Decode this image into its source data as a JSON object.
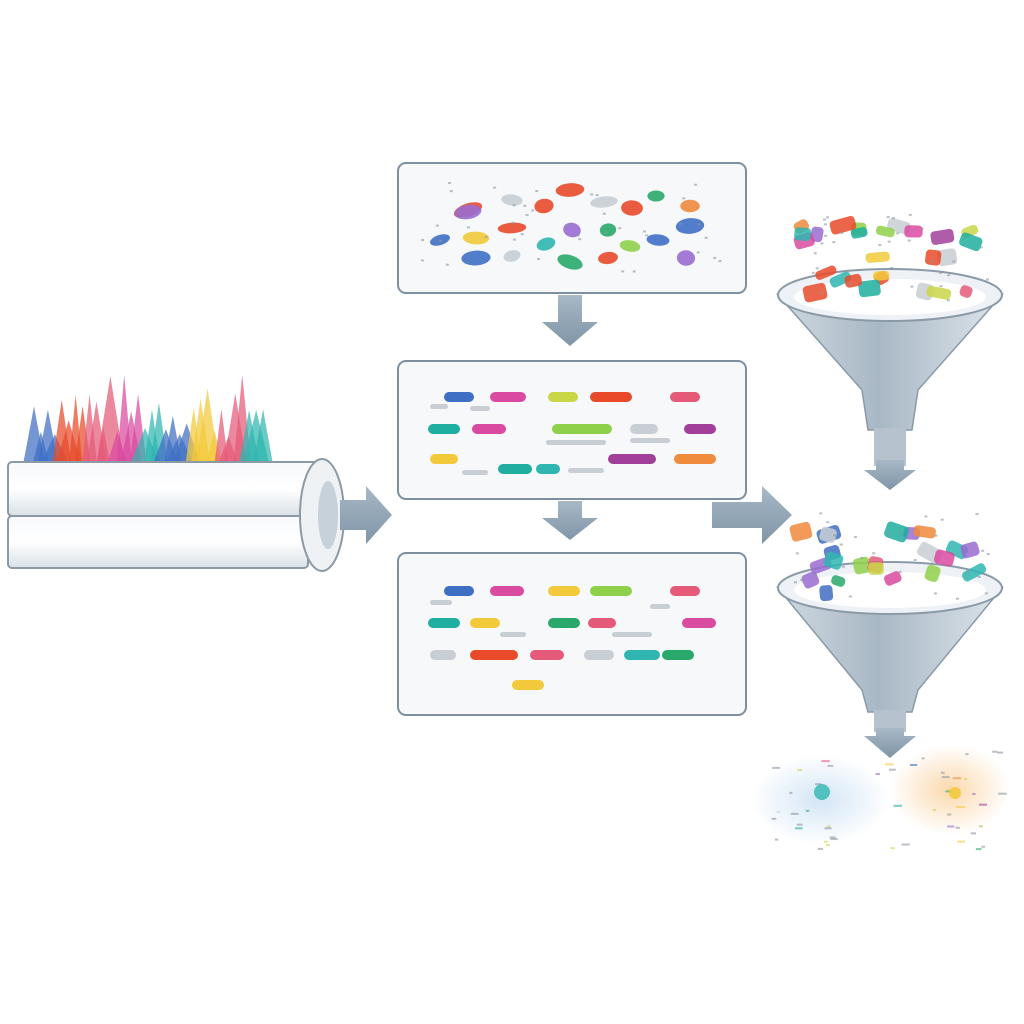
{
  "colors": {
    "background": "#ffffff",
    "panel_border": "#7d8fa0",
    "panel_fill": "#f4f7f9",
    "arrow": "#8ea3b3",
    "pipe": "#e4eaef",
    "funnel": "#b9c6d1",
    "palette": [
      "#3f6fc4",
      "#d94aa0",
      "#c9d646",
      "#e84a2a",
      "#e45a78",
      "#1fae9f",
      "#f2c93a",
      "#8fd04a",
      "#a13f9a",
      "#c8ced4",
      "#2fb6b0",
      "#2aa86a",
      "#9a6bd0",
      "#f08a3c"
    ]
  },
  "diagram": {
    "stages": [
      {
        "id": "signal-pipes",
        "shape": "stacked-pipes-with-spectra"
      },
      {
        "id": "panel-top",
        "shape": "panel-scattered-fragments"
      },
      {
        "id": "panel-middle",
        "shape": "panel-sorted-rows"
      },
      {
        "id": "panel-bottom",
        "shape": "panel-sorted-rows"
      },
      {
        "id": "funnel-top",
        "shape": "funnel"
      },
      {
        "id": "funnel-bottom",
        "shape": "funnel"
      },
      {
        "id": "output-residue",
        "shape": "scattered-residue"
      }
    ],
    "flows": [
      {
        "from": "signal-pipes",
        "to": "panel-middle"
      },
      {
        "from": "panel-top",
        "to": "panel-middle"
      },
      {
        "from": "panel-middle",
        "to": "panel-bottom"
      },
      {
        "from": "panel-middle",
        "to": "funnel-bottom"
      },
      {
        "from": "funnel-top",
        "to": "funnel-bottom"
      },
      {
        "from": "funnel-bottom",
        "to": "output-residue"
      }
    ]
  }
}
